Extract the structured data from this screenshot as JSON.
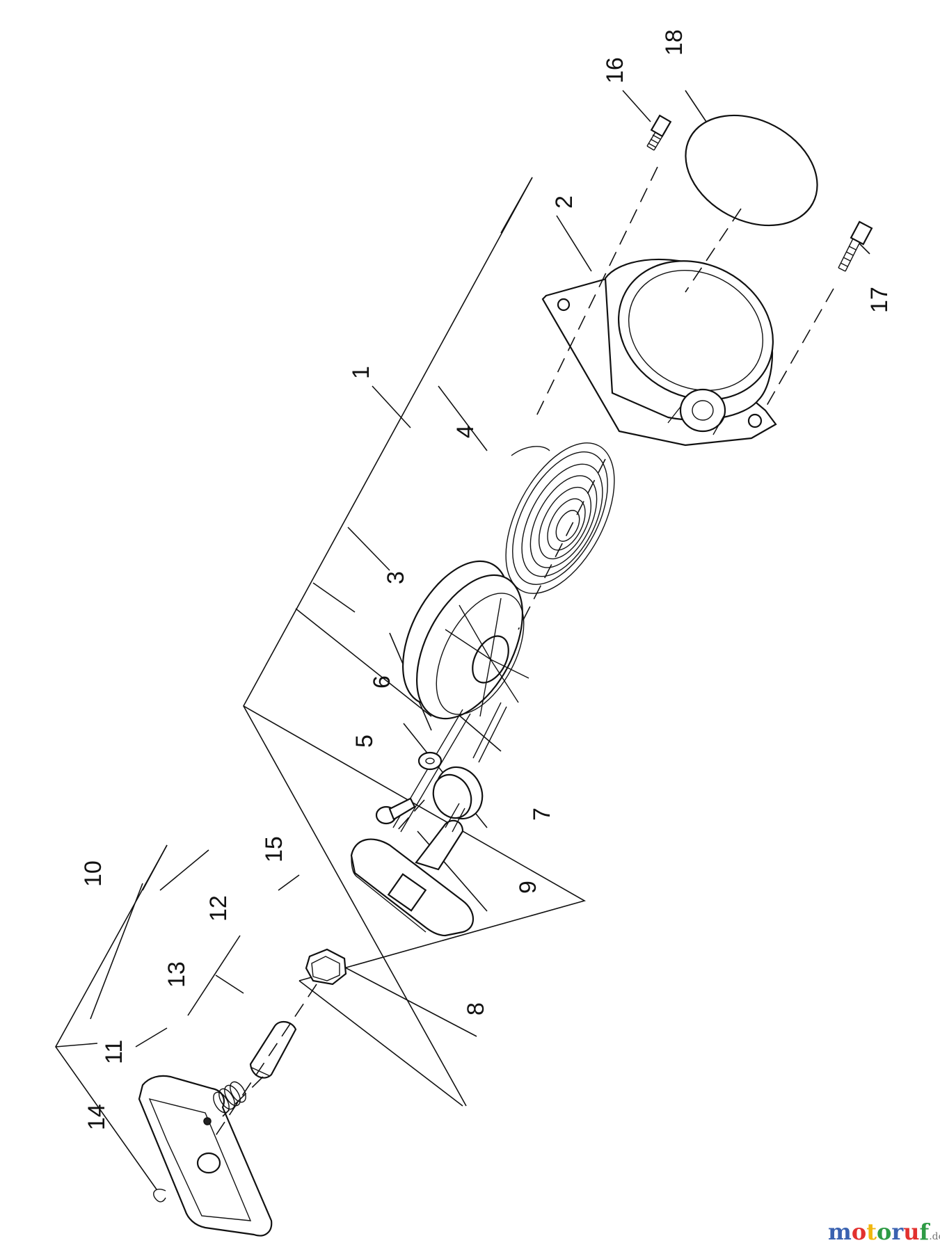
{
  "labels": {
    "l1": "1",
    "l2": "2",
    "l3": "3",
    "l4": "4",
    "l5": "5",
    "l6": "6",
    "l7": "7",
    "l8": "8",
    "l9": "9",
    "l10": "10",
    "l11": "11",
    "l12": "12",
    "l13": "13",
    "l14": "14",
    "l15": "15",
    "l16": "16",
    "l17": "17",
    "l18": "18"
  },
  "watermark": {
    "letters": [
      "m",
      "o",
      "t",
      "o",
      "r",
      "u",
      "f"
    ],
    "colors": [
      "#3a62b0",
      "#e2312f",
      "#f1b70e",
      "#2e9b45",
      "#3a62b0",
      "#e2312f",
      "#2e9b45"
    ],
    "suffix": ".de"
  }
}
